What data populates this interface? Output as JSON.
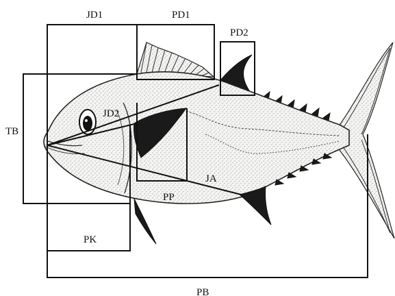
{
  "figure": {
    "labels": {
      "jd1": "JD1",
      "pd1": "PD1",
      "pd2": "PD2",
      "tb": "TB",
      "jd2": "JD2",
      "ja": "JA",
      "pp": "PP",
      "pk": "PK",
      "pb": "PB"
    },
    "subject_icon": "fish-illustration-icon",
    "colors": {
      "line": "#111111",
      "background": "#ffffff"
    }
  }
}
